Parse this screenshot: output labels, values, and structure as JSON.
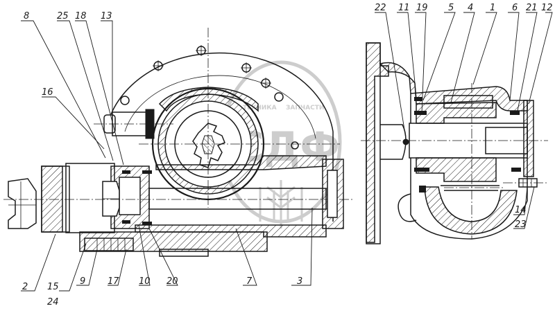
{
  "watermark": {
    "line1": "ТЕХНИКА",
    "line2": "ЗАПЧАСТИ",
    "logo": "СДФ"
  },
  "callouts": {
    "c8": "8",
    "c25": "25",
    "c18": "18",
    "c13": "13",
    "c16": "16",
    "c2": "2",
    "c15": "15",
    "c24": "24",
    "c9": "9",
    "c17": "17",
    "c10": "10",
    "c20": "20",
    "c7": "7",
    "c3": "3",
    "c22": "22",
    "c11": "11",
    "c19": "19",
    "c5": "5",
    "c4": "4",
    "c1": "1",
    "c6": "6",
    "c21": "21",
    "c12": "12",
    "c14": "14",
    "c23": "23"
  },
  "colors": {
    "ink": "#1a1a1a",
    "watermark": "#c8c8c8",
    "paper": "#ffffff"
  }
}
